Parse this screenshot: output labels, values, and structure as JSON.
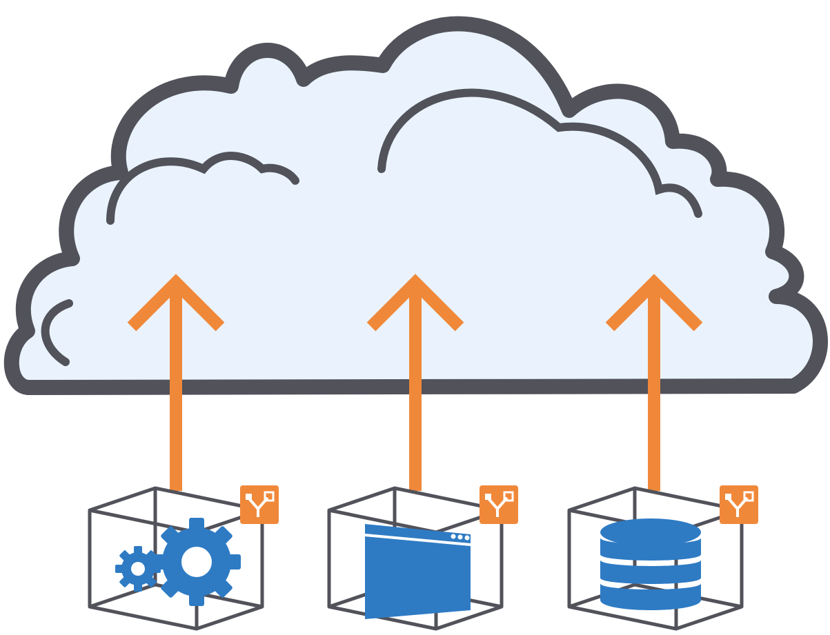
{
  "diagram": {
    "description_free": true,
    "colors": {
      "cloud_fill": "#eaf3fd",
      "cloud_outline": "#51525a",
      "arrow": "#f0883a",
      "box_edge": "#51525a",
      "badge_bg": "#f0883a",
      "badge_glyph": "#ffffff",
      "icon_blue": "#2e7bc4"
    },
    "cloud": {
      "name": "cloud"
    },
    "containers": [
      {
        "id": "services",
        "icon": "gears-icon",
        "badge_icon": "sync-node-icon"
      },
      {
        "id": "application",
        "icon": "app-window-icon",
        "badge_icon": "sync-node-icon"
      },
      {
        "id": "database",
        "icon": "database-icon",
        "badge_icon": "sync-node-icon"
      }
    ],
    "arrows": [
      {
        "from": "services",
        "to": "cloud",
        "direction": "up"
      },
      {
        "from": "application",
        "to": "cloud",
        "direction": "up"
      },
      {
        "from": "database",
        "to": "cloud",
        "direction": "up"
      }
    ]
  }
}
